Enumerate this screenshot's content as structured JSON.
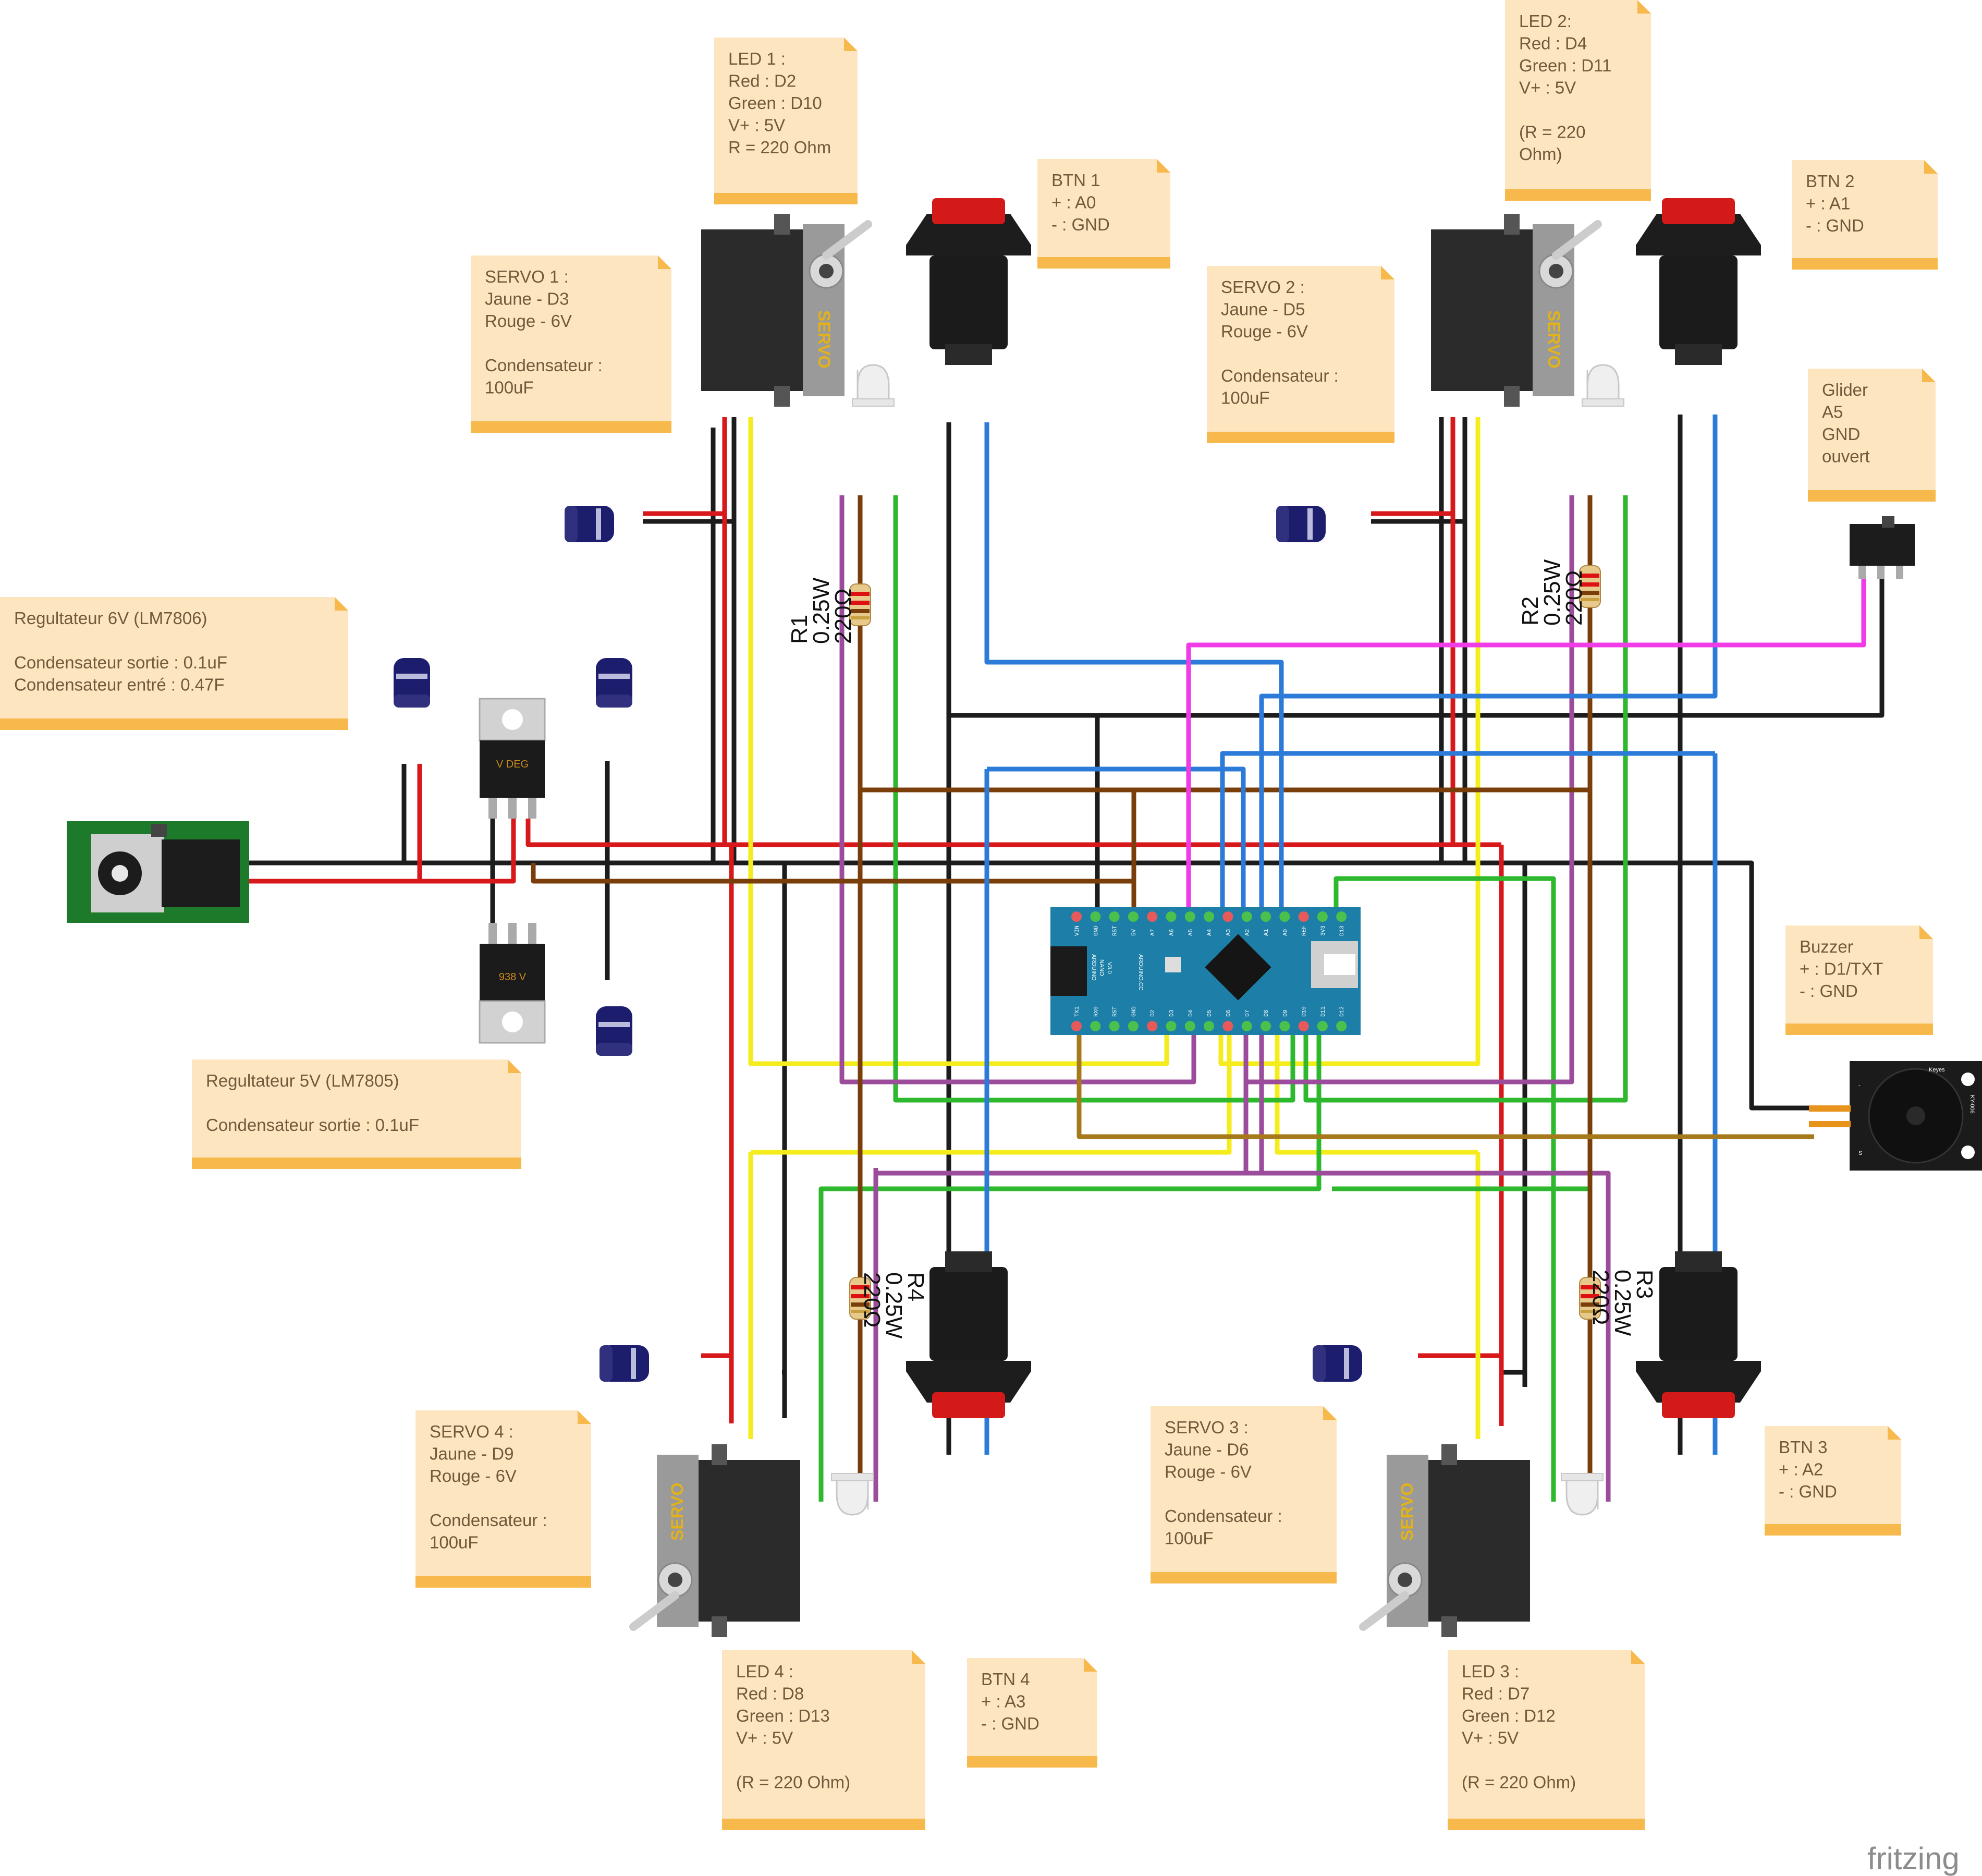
{
  "colors": {
    "black": "#1c1c1c",
    "red": "#d8191c",
    "yellow": "#f4ec1c",
    "green": "#2eb82e",
    "blue": "#2d7bd8",
    "purple": "#9b4d9b",
    "brown": "#7a3e0a",
    "magenta": "#f03ce6",
    "ochre": "#a6791c",
    "note_bg": "#fde5c0",
    "note_bar": "#f8b94c",
    "nano_blue": "#1d7fa8"
  },
  "notes": {
    "led1": [
      "LED 1 :",
      "Red : D2",
      "Green : D10",
      "V+ : 5V",
      "R = 220 Ohm"
    ],
    "btn1": [
      "BTN 1",
      "+ : A0",
      "- : GND"
    ],
    "servo1": [
      "SERVO 1 :",
      "Jaune - D3",
      "Rouge - 6V",
      "",
      "Condensateur :",
      "100uF"
    ],
    "led2": [
      "LED 2:",
      "Red : D4",
      "Green : D11",
      "V+ : 5V",
      "",
      "(R = 220",
      "Ohm)"
    ],
    "btn2": [
      "BTN 2",
      "+ : A1",
      "- : GND"
    ],
    "servo2": [
      "SERVO 2 :",
      "Jaune - D5",
      "Rouge - 6V",
      "",
      "Condensateur :",
      "100uF"
    ],
    "glider": [
      "Glider",
      "A5",
      "GND",
      "ouvert"
    ],
    "reg6": [
      "Regultateur 6V (LM7806)",
      "",
      "Condensateur sortie : 0.1uF",
      "Condensateur entré : 0.47F"
    ],
    "reg5": [
      "Regultateur 5V (LM7805)",
      "",
      "Condensateur sortie : 0.1uF"
    ],
    "buzzer": [
      "Buzzer",
      "+ : D1/TXT",
      "- : GND"
    ],
    "servo4": [
      "SERVO 4 :",
      "Jaune - D9",
      "Rouge - 6V",
      "",
      "Condensateur :",
      "100uF"
    ],
    "servo3": [
      "SERVO 3 :",
      "Jaune - D6",
      "Rouge - 6V",
      "",
      "Condensateur :",
      "100uF"
    ],
    "btn3": [
      "BTN 3",
      "+ : A2",
      "- : GND"
    ],
    "led4": [
      "LED 4 :",
      "Red : D8",
      "Green : D13",
      "V+ : 5V",
      "",
      "(R = 220 Ohm)"
    ],
    "btn4": [
      "BTN 4",
      "+ : A3",
      "- : GND"
    ],
    "led3": [
      "LED 3 :",
      "Red : D7",
      "Green : D12",
      "V+ : 5V",
      "",
      "(R = 220 Ohm)"
    ]
  },
  "resistors": {
    "r1": [
      "R1",
      "0.25W",
      "220Ω"
    ],
    "r2": [
      "R2",
      "0.25W",
      "220Ω"
    ],
    "r3": [
      "R3",
      "0.25W",
      "220Ω"
    ],
    "r4": [
      "R4",
      "0.25W",
      "220Ω"
    ]
  },
  "labels": {
    "servo": "SERVO",
    "reg_top": "V DEG",
    "reg_bottom": "938 V",
    "brand": "fritzing",
    "buzzer_module": "KY-006",
    "buzzer_brand": "Keyes",
    "buzzer_s": "S",
    "buzzer_minus": "-",
    "nano_lines": [
      "ARDUINO",
      "NANO",
      "V3.0"
    ],
    "nano_site": "ARDUINO.CC",
    "nano_top_pins": [
      "VIN",
      "GND",
      "RST",
      "5V",
      "A7",
      "A6",
      "A5",
      "A4",
      "A3",
      "A2",
      "A1",
      "A0",
      "REF",
      "3V3",
      "D13"
    ],
    "nano_bottom_pins": [
      "TX1",
      "RX0",
      "RST",
      "GND",
      "D2",
      "D3",
      "D4",
      "D5",
      "D6",
      "D7",
      "D8",
      "D9",
      "D10",
      "D11",
      "D12"
    ]
  }
}
